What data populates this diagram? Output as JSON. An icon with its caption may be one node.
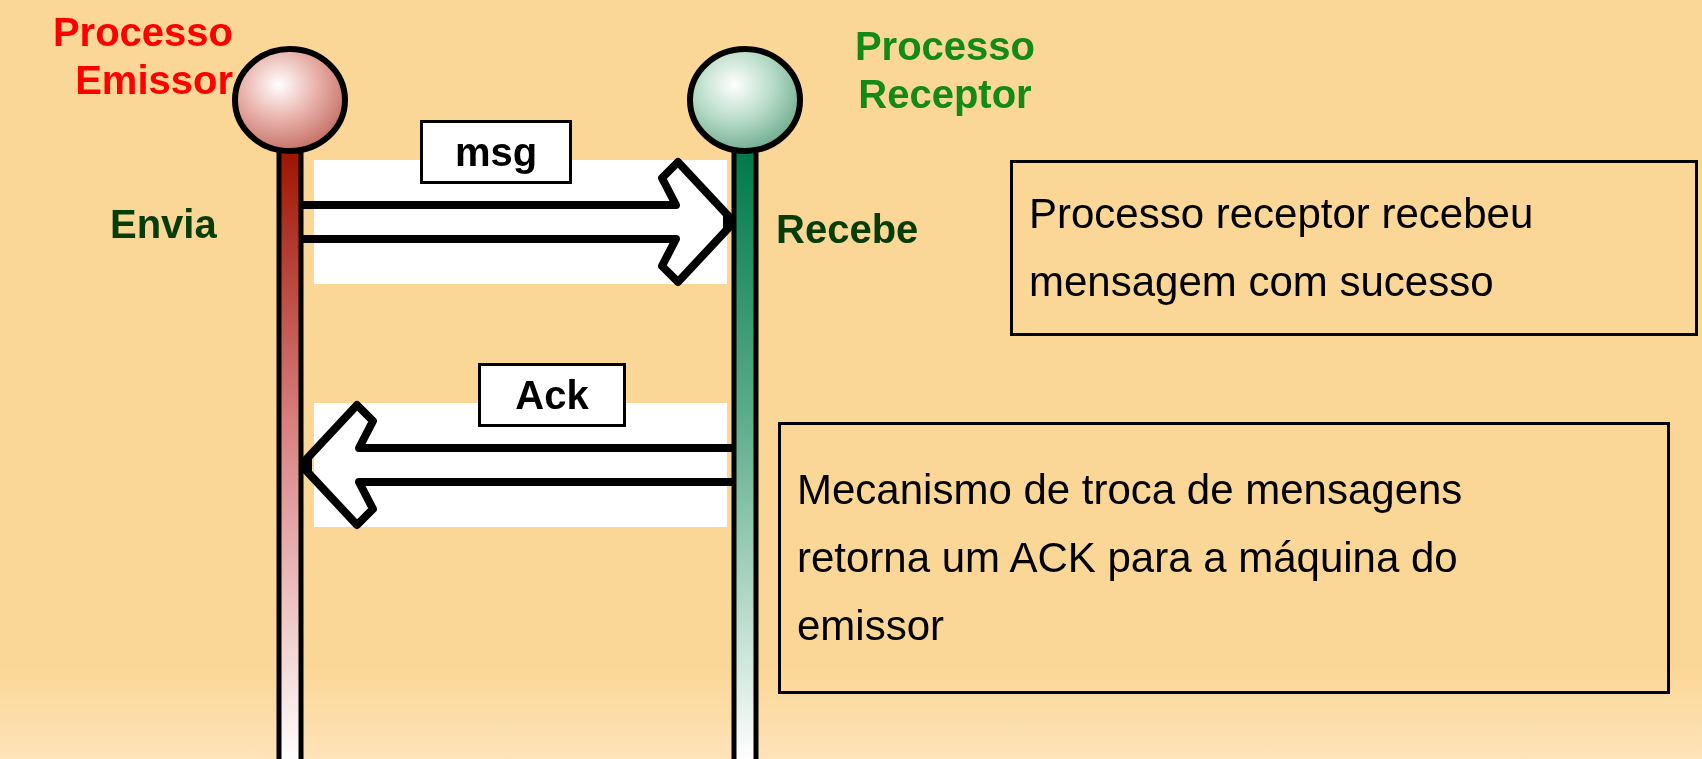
{
  "diagram": {
    "nodes": [
      {
        "text": [
          "Processo Emissor",
          "Envia"
        ]
      },
      {
        "text": [
          "Processo Receptor",
          "Recebe"
        ]
      },
      {
        "text": [
          "Processo receptor recebeu mensagem com sucesso"
        ]
      },
      {
        "text": [
          "Mecanismo de troca de mensagens retorna um ACK para a máquina do emissor"
        ]
      }
    ],
    "edges": [
      {
        "from": 0,
        "to": 1,
        "arrow": "to",
        "label": "msg"
      },
      {
        "from": 1,
        "to": 0,
        "arrow": "to",
        "label": "Ack"
      }
    ]
  }
}
